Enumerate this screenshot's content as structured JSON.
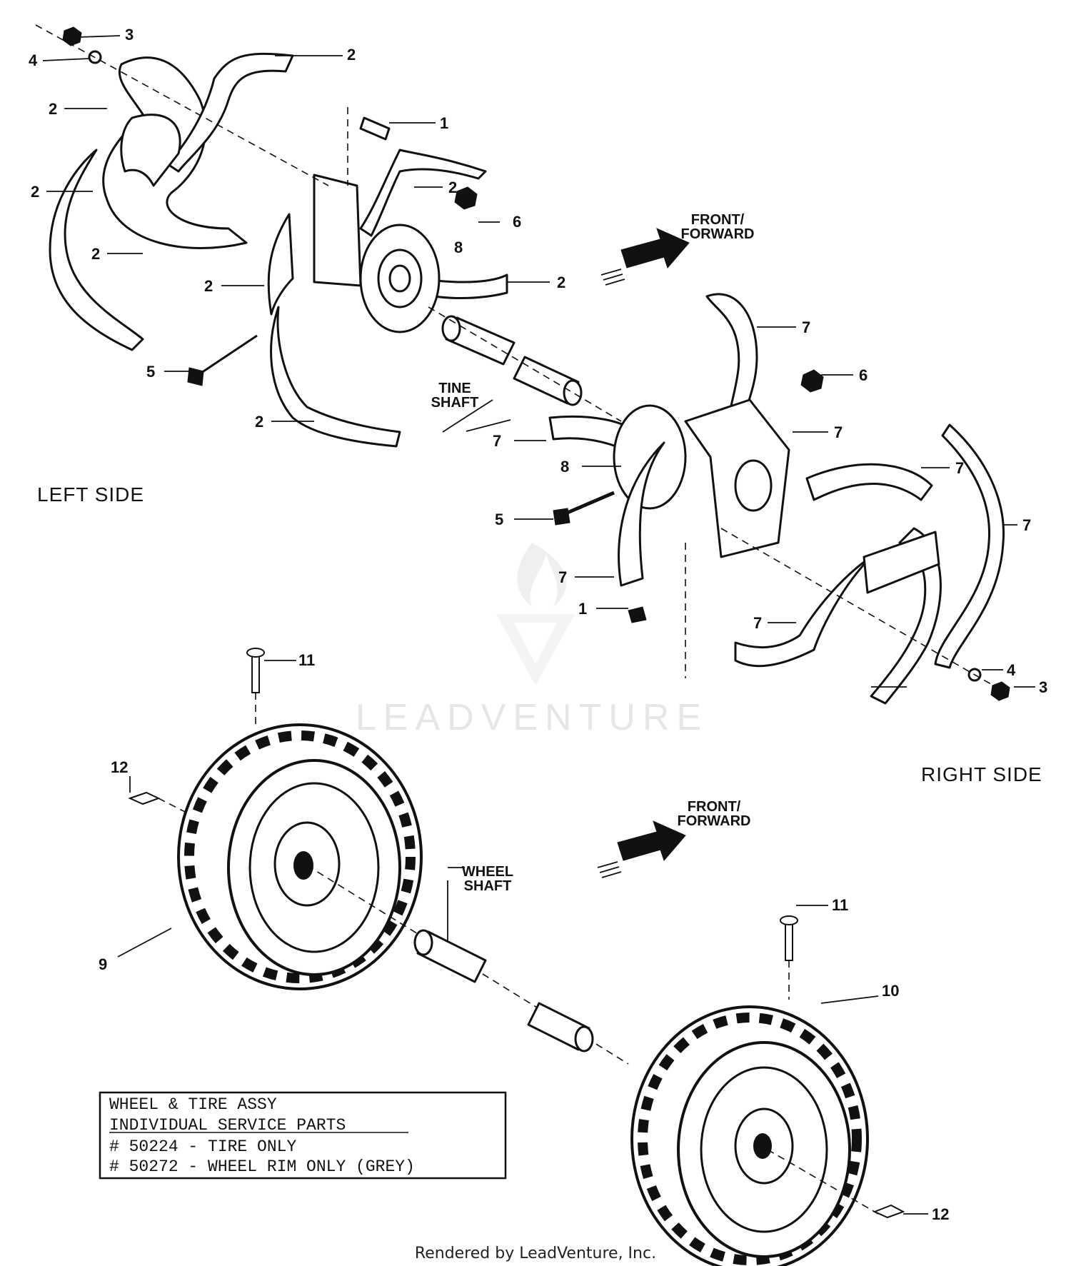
{
  "callouts": {
    "c1a": "1",
    "c1b": "1",
    "c2a": "2",
    "c2b": "2",
    "c2c": "2",
    "c2d": "2",
    "c2e": "2",
    "c2f": "2",
    "c2g": "2",
    "c2h": "2",
    "c3a": "3",
    "c3b": "3",
    "c4a": "4",
    "c4b": "4",
    "c5a": "5",
    "c5b": "5",
    "c6a": "6",
    "c6b": "6",
    "c7a": "7",
    "c7b": "7",
    "c7c": "7",
    "c7d": "7",
    "c7e": "7",
    "c7f": "7",
    "c7g": "7",
    "c8a": "8",
    "c8b": "8",
    "c9": "9",
    "c10": "10",
    "c11a": "11",
    "c11b": "11",
    "c12a": "12",
    "c12b": "12"
  },
  "labels": {
    "front_top_1": "FRONT/",
    "front_top_2": "FORWARD",
    "front_bot_1": "FRONT/",
    "front_bot_2": "FORWARD",
    "tine_shaft_1": "TINE",
    "tine_shaft_2": "SHAFT",
    "wheel_shaft_1": "WHEEL",
    "wheel_shaft_2": "SHAFT",
    "left_side": "LEFT SIDE",
    "right_side": "RIGHT SIDE"
  },
  "service_box": {
    "line1": "WHEEL & TIRE ASSY",
    "line2": "INDIVIDUAL SERVICE PARTS",
    "line3": "# 50224 - TIRE ONLY",
    "line4": "# 50272 - WHEEL RIM ONLY (GREY)"
  },
  "watermark": "LEADVENTURE",
  "footer": "Rendered by LeadVenture, Inc."
}
